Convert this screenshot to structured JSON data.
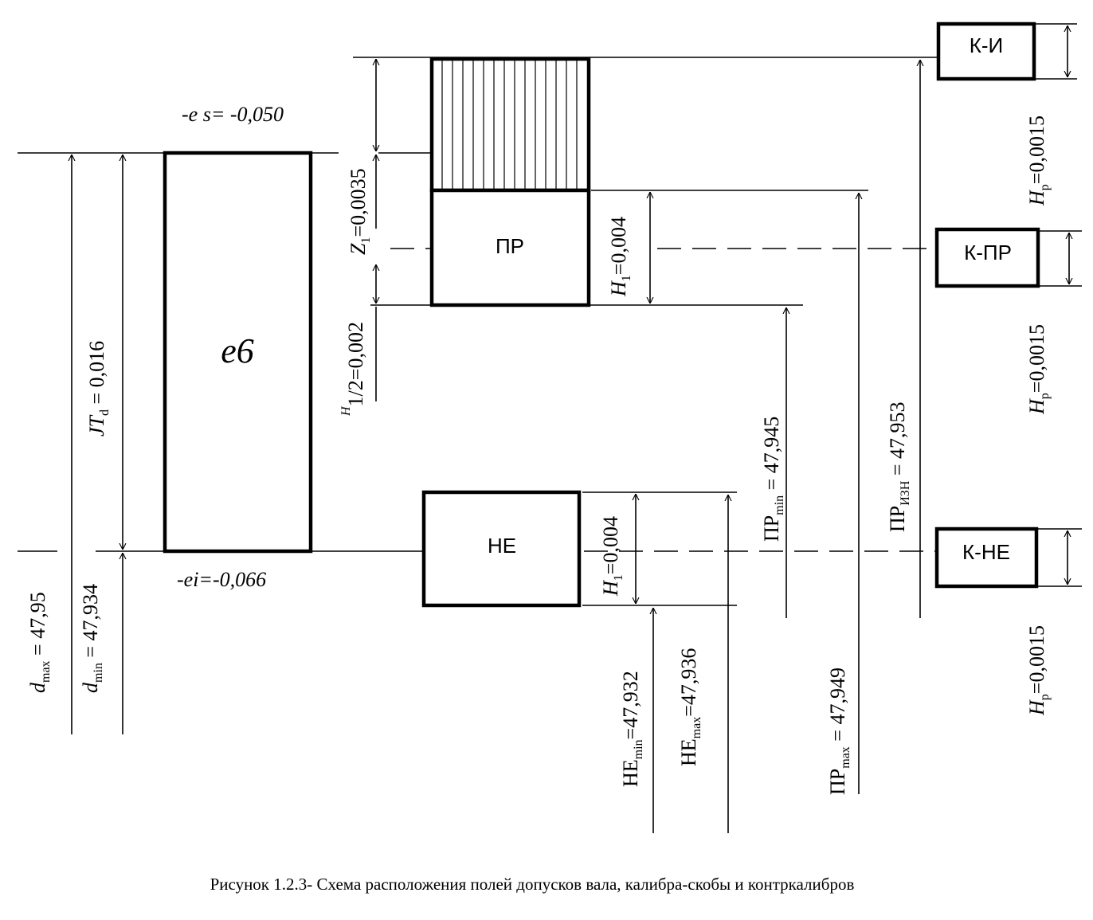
{
  "field": {
    "name": "е6",
    "es": "-e s= -0,050",
    "ei": "-ei=-0,066",
    "jtd": "JT",
    "jtd_sub": "d",
    "jtd_val": " = 0,016",
    "dmax": "d",
    "dmax_sub": "max",
    "dmax_val": " = 47,95",
    "dmin": "d",
    "dmin_sub": "min",
    "dmin_val": " = 47,934"
  },
  "gauge": {
    "pr": "ПР",
    "ne": "НЕ",
    "z1": "Z",
    "z1_sub": "1",
    "z1_val": "=0,0035",
    "h12": "H",
    "h12_sub": "1/2",
    "h12_val": "=0,002",
    "h1_pr": "H",
    "h1_pr_sub": "1",
    "h1_pr_val": "=0,004",
    "h1_ne": "H",
    "h1_ne_sub": "1",
    "h1_ne_val": "=0,004",
    "pr_min": "ПР",
    "pr_min_sub": "min",
    "pr_min_val": " = 47,945",
    "pr_max": "ПР",
    "pr_max_sub": "max",
    "pr_max_val": " = 47,949",
    "pr_izn": "ПР",
    "pr_izn_sub": "ИЗН",
    "pr_izn_val": " = 47,953",
    "ne_min": "НЕ",
    "ne_min_sub": "min",
    "ne_min_val": "=47,932",
    "ne_max": "НЕ",
    "ne_max_sub": "max",
    "ne_max_val": "=47,936"
  },
  "counter": {
    "ki": "К-И",
    "kpr": "К-ПР",
    "kne": "К-НЕ",
    "hp1": "H",
    "hp1_sub": "р",
    "hp1_val": "=0,0015",
    "hp2": "H",
    "hp2_sub": "р",
    "hp2_val": "=0,0015",
    "hp3": "H",
    "hp3_sub": "р",
    "hp3_val": "=0,0015"
  },
  "caption": "Рисунок 1.2.3- Схема расположения полей допусков вала, калибра-скобы и контркалибров"
}
